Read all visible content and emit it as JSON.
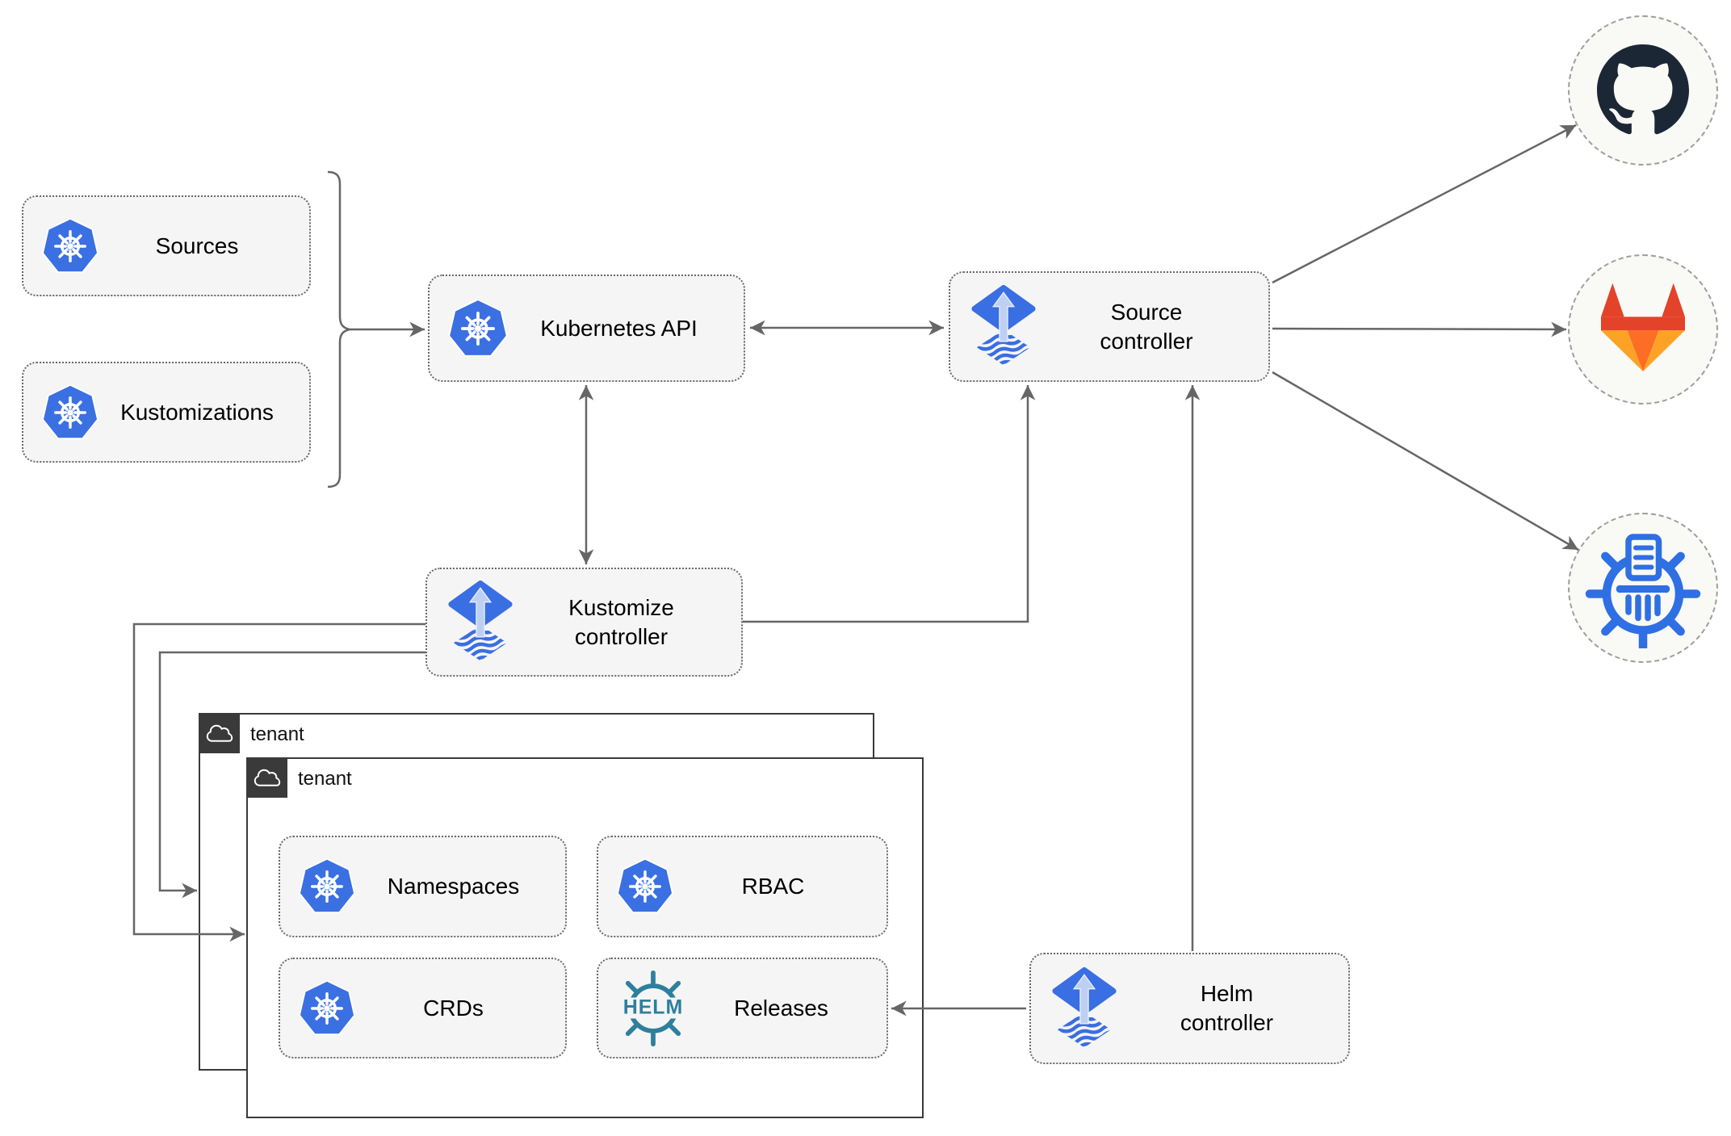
{
  "nodes": {
    "sources": "Sources",
    "kustomizations": "Kustomizations",
    "kubernetes_api": "Kubernetes API",
    "source_controller": "Source\ncontroller",
    "kustomize_controller": "Kustomize\ncontroller",
    "helm_controller": "Helm\ncontroller",
    "namespaces": "Namespaces",
    "rbac": "RBAC",
    "crds": "CRDs",
    "releases": "Releases"
  },
  "tenants": {
    "back": "tenant",
    "front": "tenant"
  },
  "logos": {
    "helm_wordmark": "HELM",
    "provider_icons": [
      "github-icon",
      "gitlab-icon",
      "helm-chart-registry-icon"
    ],
    "node_icons": [
      "kubernetes-icon",
      "flux-icon",
      "helm-icon",
      "cloud-icon"
    ]
  },
  "colors": {
    "kubernetes_blue": "#3a70e2",
    "flux_blue": "#3a6ee3",
    "flux_arrow_light": "#bdd0f4",
    "helm_teal": "#2e7f9e",
    "chartmuseum_blue": "#2f6fe4",
    "github_dark": "#1b2734",
    "gitlab_red": "#e24329",
    "gitlab_orange": "#fc6d26",
    "gitlab_yellow": "#fca326",
    "connector_gray": "#666666",
    "node_fill": "#f5f5f5",
    "tenant_border": "#3a3a3a"
  }
}
